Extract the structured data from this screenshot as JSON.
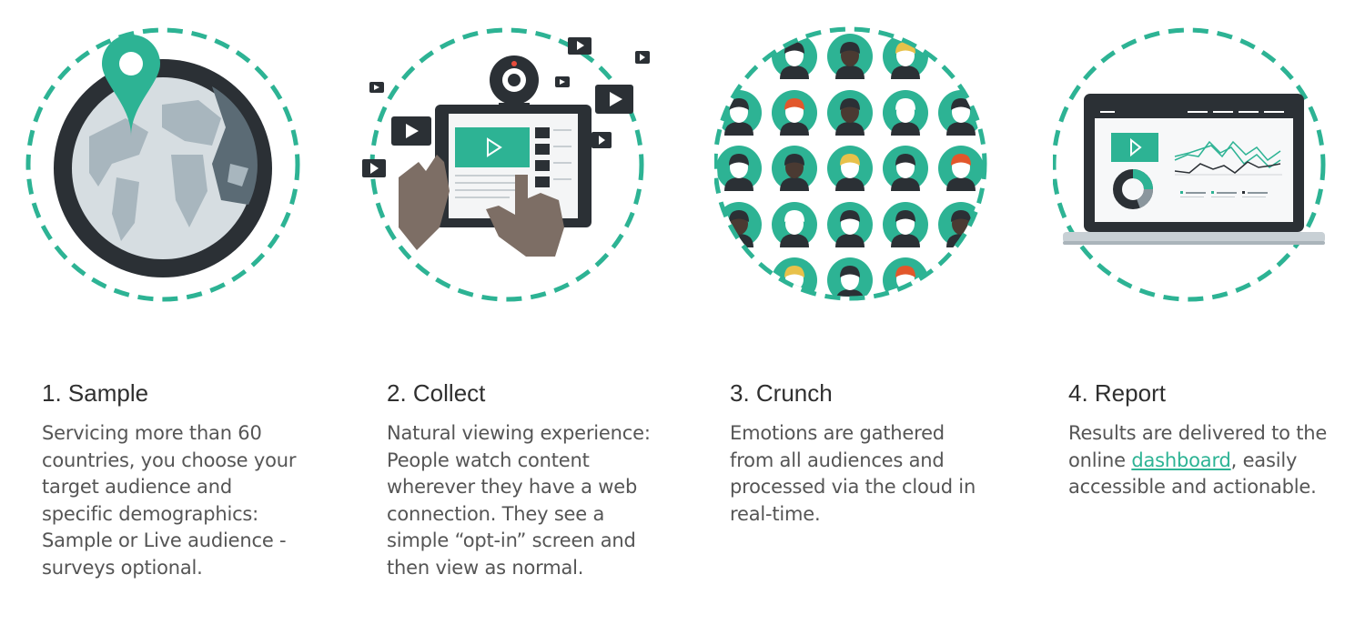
{
  "steps": [
    {
      "title": "1. Sample",
      "description": "Servicing more than 60 countries, you choose your target audience and specific demographics:  Sample or Live audience - surveys optional.",
      "illustration": "globe-with-location-pin"
    },
    {
      "title": "2. Collect",
      "description": "Natural viewing experience: People watch content wherever they have a web connection. They see a simple “opt-in” screen and then view as normal.",
      "illustration": "tablet-with-webcam-and-hands"
    },
    {
      "title": "3. Crunch",
      "description": "Emotions are gathered from all audiences and processed via the cloud in real-time.",
      "illustration": "audience-faces-grid"
    },
    {
      "title": "4. Report",
      "description_before": "Results are delivered  to the online ",
      "description_link": "dashboard",
      "description_after": ", easily accessible and actionable.",
      "illustration": "laptop-dashboard"
    }
  ],
  "colors": {
    "accent": "#2db394",
    "dark": "#2b3035",
    "text": "#555555",
    "heading": "#2f2f2f"
  }
}
